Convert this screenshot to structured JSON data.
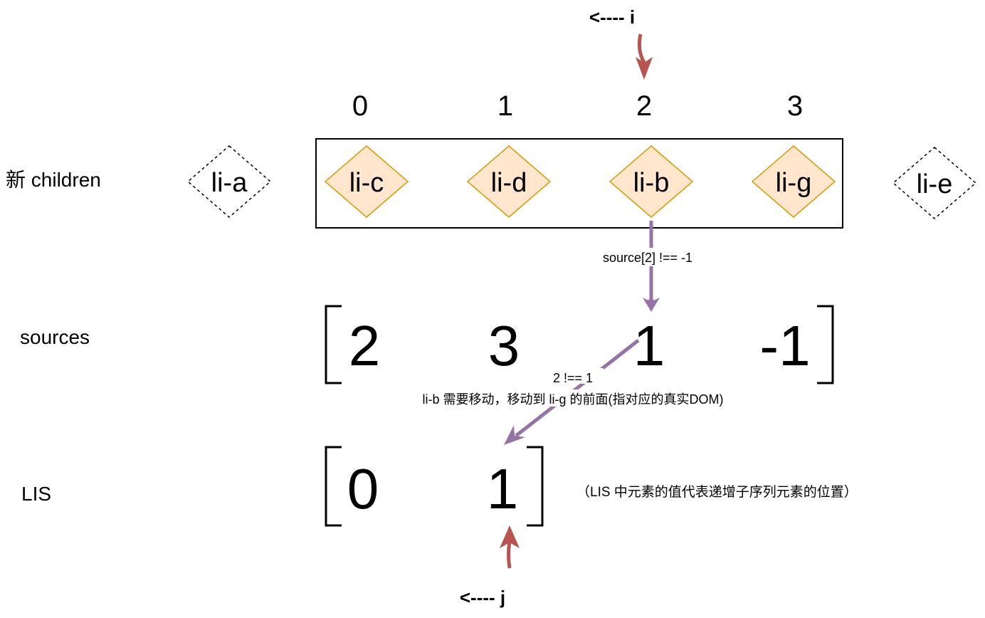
{
  "pointer_i": "<---- i",
  "pointer_j": "<---- j",
  "indices": [
    "0",
    "1",
    "2",
    "3"
  ],
  "row_labels": {
    "children": "新 children",
    "sources": "sources",
    "lis": "LIS"
  },
  "nodes": {
    "outside_left": "li-a",
    "inside": [
      "li-c",
      "li-d",
      "li-b",
      "li-g"
    ],
    "outside_right": "li-e"
  },
  "sources": [
    "2",
    "3",
    "1",
    "-1"
  ],
  "lis": [
    "0",
    "1"
  ],
  "edge_labels": {
    "source_check": "source[2] !== -1",
    "compare": "2 !== 1",
    "move": "li-b 需要移动，移动到 li-g 的前面(指对应的真实DOM)"
  },
  "note": "（LIS 中元素的值代表递增子序列元素的位置）",
  "colors": {
    "node_fill": "#ffe6cc",
    "node_stroke": "#d79b00",
    "purple": "#9673a6",
    "red": "#b85450"
  }
}
